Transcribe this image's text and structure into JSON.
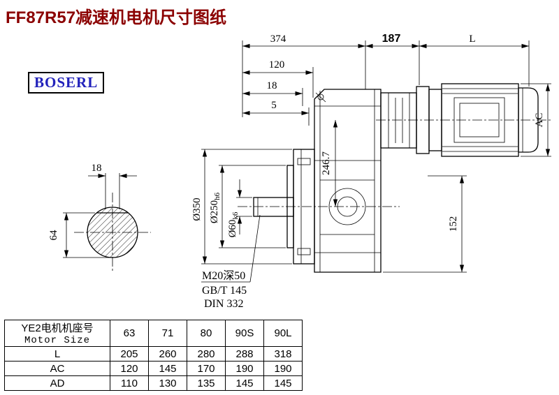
{
  "page": {
    "title": "FF87R57减速机电机尺寸图纸",
    "brand": "BOSERL"
  },
  "dimensions": {
    "top_width": "374",
    "top_adapter": "187",
    "top_motor_length": "L",
    "flange_offset": "120",
    "shoulder": "18",
    "gap": "5",
    "key_width": "18",
    "shaft_flat_height": "64",
    "flange_dia": "Ø350",
    "spigot_dia_main": "Ø250",
    "spigot_dia_tol": "h6",
    "shaft_dia_main": "Ø60",
    "shaft_dia_tol": "k6",
    "upper_height": "246.7",
    "lower_height": "152",
    "motor_dia": "AC"
  },
  "notes": {
    "tap": "M20深50",
    "std1": "GB/T 145",
    "std2": "DIN 332"
  },
  "table": {
    "header_cn": "YE2电机机座号",
    "header_en": "Motor Size",
    "sizes": [
      "63",
      "71",
      "80",
      "90S",
      "90L"
    ],
    "rows": [
      {
        "label": "L",
        "values": [
          "205",
          "260",
          "280",
          "288",
          "318"
        ]
      },
      {
        "label": "AC",
        "values": [
          "120",
          "145",
          "170",
          "190",
          "190"
        ]
      },
      {
        "label": "AD",
        "values": [
          "110",
          "130",
          "135",
          "145",
          "145"
        ]
      }
    ]
  },
  "colors": {
    "title": "#8B0000",
    "brand_text": "#2222bb",
    "line": "#000000"
  }
}
